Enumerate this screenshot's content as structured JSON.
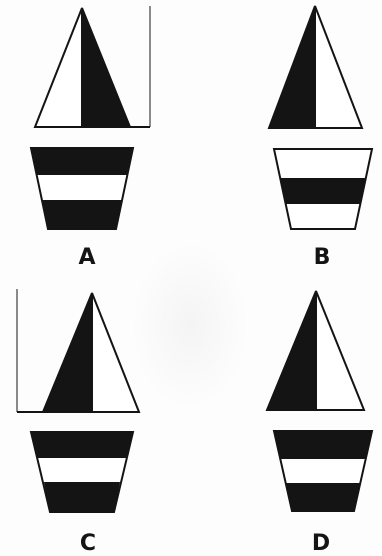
{
  "options": [
    {
      "key": "a",
      "label": "A",
      "sail_colors": [
        "white",
        "black"
      ],
      "mast": "right",
      "hull_stripes": [
        "black",
        "white",
        "black"
      ]
    },
    {
      "key": "b",
      "label": "B",
      "sail_colors": [
        "black",
        "white"
      ],
      "mast": "none",
      "hull_stripes": [
        "white",
        "black",
        "white"
      ]
    },
    {
      "key": "c",
      "label": "C",
      "sail_colors": [
        "black",
        "white"
      ],
      "mast": "left",
      "hull_stripes": [
        "black",
        "white",
        "black"
      ]
    },
    {
      "key": "d",
      "label": "D",
      "sail_colors": [
        "black",
        "white"
      ],
      "mast": "none",
      "hull_stripes": [
        "black",
        "white",
        "black"
      ]
    }
  ],
  "colors": {
    "ink": "#141414",
    "paper": "#ffffff",
    "mast_gray": "#8a8a8a"
  }
}
